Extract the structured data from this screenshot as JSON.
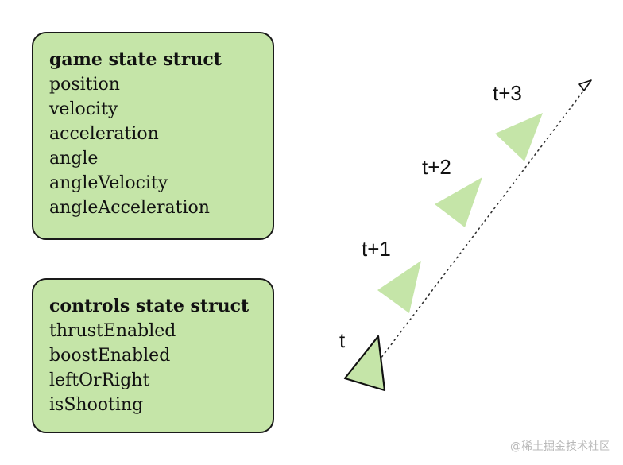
{
  "game_state": {
    "title": "game state struct",
    "fields": [
      "position",
      "velocity",
      "acceleration",
      "angle",
      "angleVelocity",
      "angleAcceleration"
    ]
  },
  "controls_state": {
    "title": "controls state struct",
    "fields": [
      "thrustEnabled",
      "boostEnabled",
      "leftOrRight",
      "isShooting"
    ]
  },
  "timeline": {
    "labels": [
      "t",
      "t+1",
      "t+2",
      "t+3"
    ]
  },
  "colors": {
    "box_fill": "#c5e5a8",
    "ship_fill": "#c5e5a8",
    "outline": "#1a1a1a"
  },
  "watermark": "@稀土掘金技术社区"
}
